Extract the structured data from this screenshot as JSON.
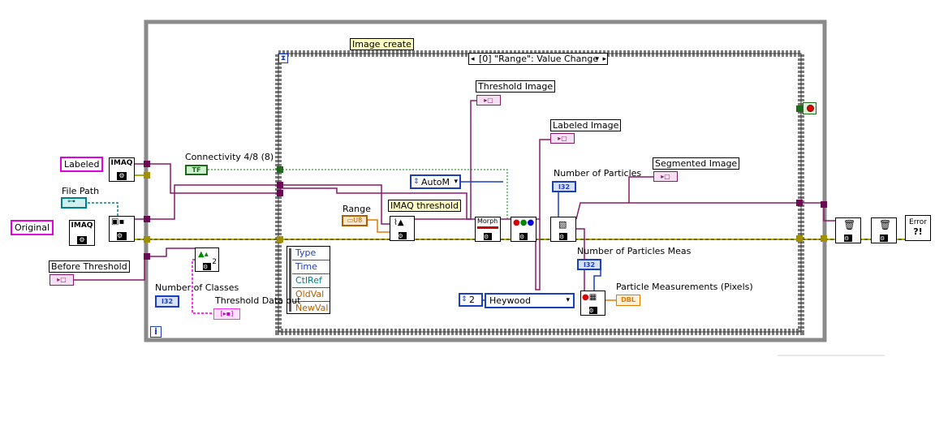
{
  "structures": {
    "while_loop": {
      "iteration_terminal": "i"
    },
    "event_structure": {
      "label": "Image create",
      "case_selector": "[0] \"Range\": Value Change",
      "event_data_items": [
        "Type",
        "Time",
        "CtlRef",
        "OldVal",
        "NewVal"
      ]
    }
  },
  "controls": {
    "labeled": "Labeled",
    "original": "Original",
    "file_path": "File Path",
    "before_threshold": "Before Threshold",
    "connectivity": "Connectivity 4/8 (8)",
    "range": "Range",
    "number_of_classes": "Number of Classes",
    "threshold_data_out": "Threshold Data out",
    "threshold_image": "Threshold Image",
    "labeled_image": "Labeled Image",
    "number_of_particles": "Number of Particles",
    "segmented_image": "Segmented Image",
    "number_of_particles_meas": "Number of Particles Meas",
    "particle_measurements": "Particle Measurements (Pixels)"
  },
  "constants": {
    "method_ring": "AutoM",
    "heywood": "Heywood",
    "heywood_index": "2",
    "tf": "TF"
  },
  "functions": {
    "imaq_threshold": "IMAQ threshold",
    "imaq_icon_text": "IMAQ",
    "morph_text": "Morph",
    "error_text": "Error"
  },
  "terminal_types": {
    "i32": "I32",
    "dbl": "DBL",
    "u8": "U8"
  },
  "colors": {
    "image_wire": "#8b1a6b",
    "error_wire": "#b5a800",
    "int_wire": "#1a3fc0",
    "dbl_wire": "#e07a00",
    "bool_wire": "#008000",
    "path_wire": "#00808a",
    "structure_frame": "#808080",
    "control_border": "#e000e0"
  }
}
